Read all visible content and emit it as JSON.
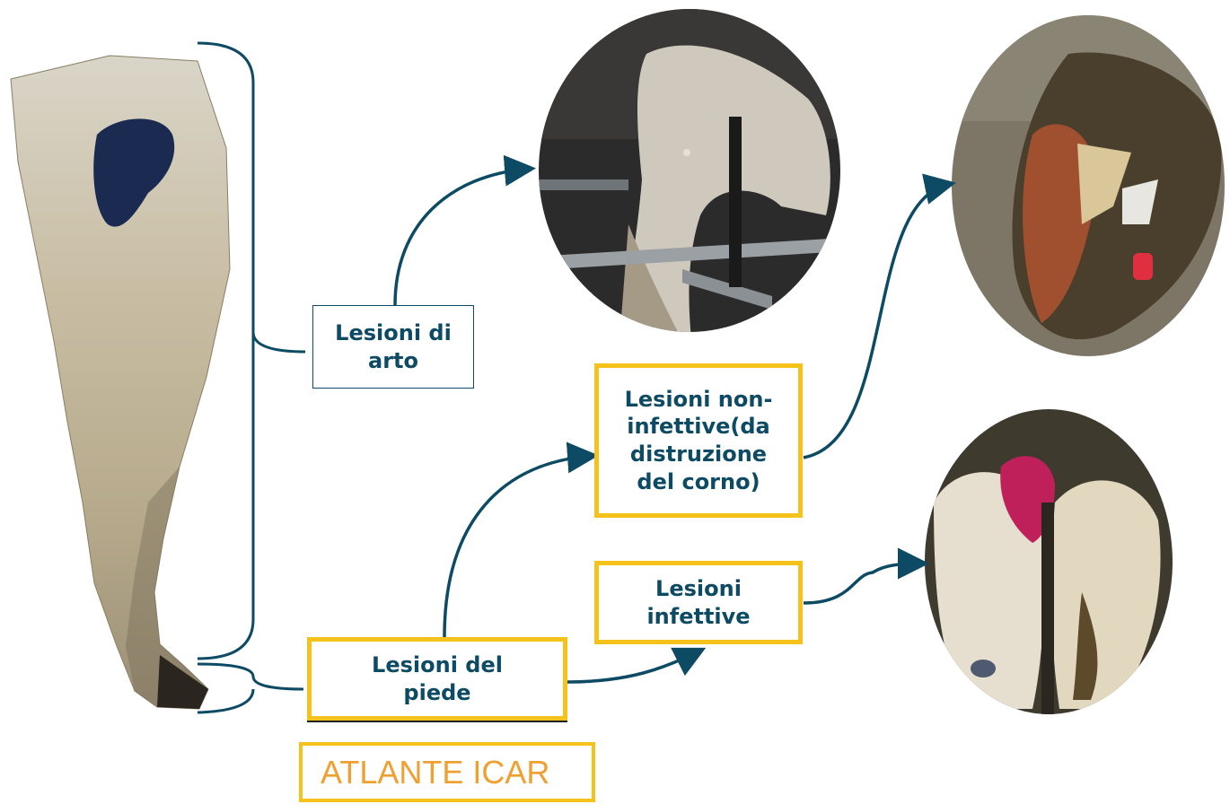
{
  "boxes": {
    "arto": "Lesioni di\narto",
    "non_infettive": "Lesioni non-\ninfettive(da\ndistruzione\ndel corno)",
    "infettive": "Lesioni\ninfettive",
    "piede": "Lesioni del\npiede"
  },
  "caption": "ATLANTE ICAR",
  "colors": {
    "connector": "#0d4a64",
    "highlight_border": "#f5c21b",
    "caption_text": "#f0a030"
  }
}
